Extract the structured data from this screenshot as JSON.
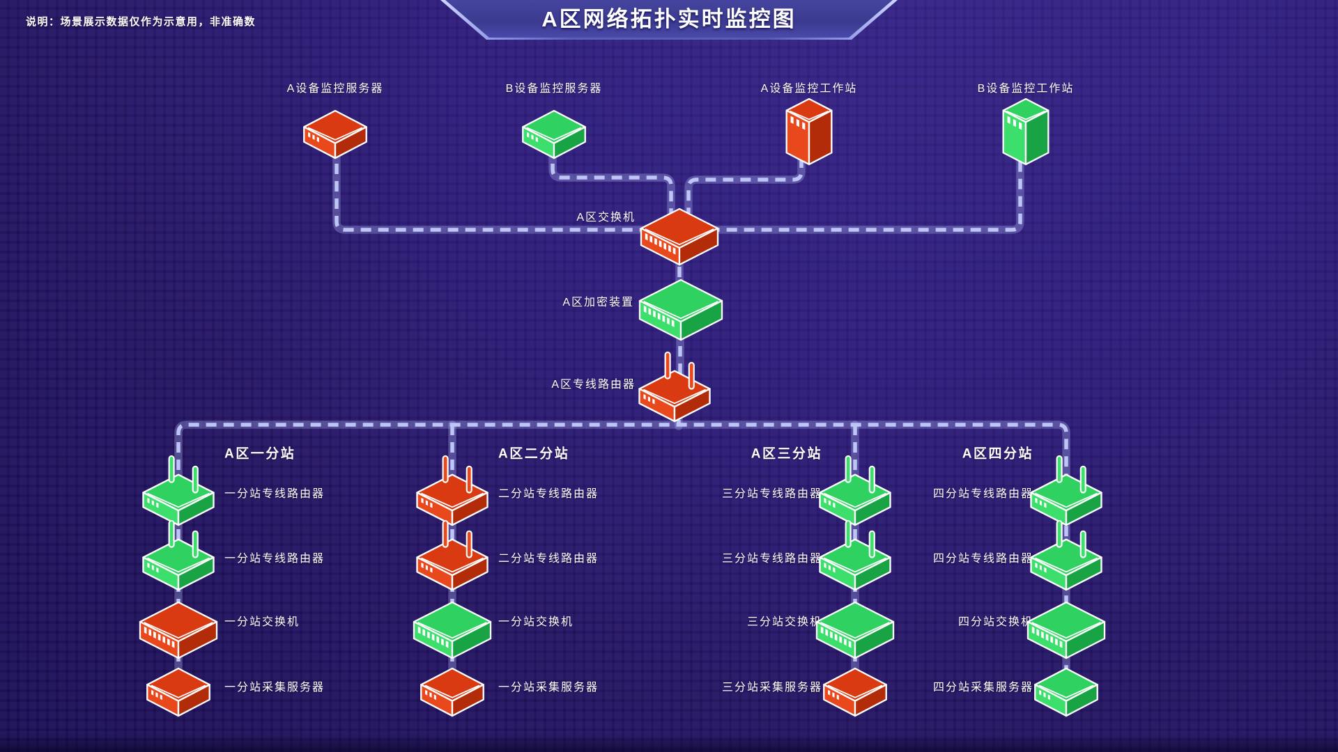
{
  "note": "说明：场景展示数据仅作为示意用，非准确数",
  "title": "A区网络拓扑实时监控图",
  "status_colors": {
    "alarm": {
      "top": "#d93a12",
      "left": "#e8481c",
      "right": "#b22c0a"
    },
    "ok": {
      "top": "#2fd160",
      "left": "#3cdf6b",
      "right": "#18a345"
    }
  },
  "line_color": "#bdc4f6",
  "top_devices": [
    {
      "label": "A设备监控服务器",
      "type": "server",
      "status": "alarm"
    },
    {
      "label": "B设备监控服务器",
      "type": "server",
      "status": "ok"
    },
    {
      "label": "A设备监控工作站",
      "type": "workstation",
      "status": "alarm"
    },
    {
      "label": "B设备监控工作站",
      "type": "workstation",
      "status": "ok"
    }
  ],
  "core_devices": [
    {
      "label": "A区交换机",
      "type": "switch",
      "status": "alarm"
    },
    {
      "label": "A区加密装置",
      "type": "encryptor",
      "status": "ok"
    },
    {
      "label": "A区专线路由器",
      "type": "router",
      "status": "alarm"
    }
  ],
  "stations": [
    {
      "name": "A区一分站",
      "devices": [
        {
          "label": "一分站专线路由器",
          "type": "router",
          "status": "ok"
        },
        {
          "label": "一分站专线路由器",
          "type": "router",
          "status": "ok"
        },
        {
          "label": "一分站交换机",
          "type": "switch",
          "status": "alarm"
        },
        {
          "label": "一分站采集服务器",
          "type": "server",
          "status": "alarm"
        }
      ]
    },
    {
      "name": "A区二分站",
      "devices": [
        {
          "label": "二分站专线路由器",
          "type": "router",
          "status": "alarm"
        },
        {
          "label": "二分站专线路由器",
          "type": "router",
          "status": "alarm"
        },
        {
          "label": "一分站交换机",
          "type": "switch",
          "status": "ok"
        },
        {
          "label": "一分站采集服务器",
          "type": "server",
          "status": "alarm"
        }
      ]
    },
    {
      "name": "A区三分站",
      "devices": [
        {
          "label": "三分站专线路由器",
          "type": "router",
          "status": "ok"
        },
        {
          "label": "三分站专线路由器",
          "type": "router",
          "status": "ok"
        },
        {
          "label": "三分站交换机",
          "type": "switch",
          "status": "ok"
        },
        {
          "label": "三分站采集服务器",
          "type": "server",
          "status": "alarm"
        }
      ]
    },
    {
      "name": "A区四分站",
      "devices": [
        {
          "label": "四分站专线路由器",
          "type": "router",
          "status": "ok"
        },
        {
          "label": "四分站专线路由器",
          "type": "router",
          "status": "ok"
        },
        {
          "label": "四分站交换机",
          "type": "switch",
          "status": "ok"
        },
        {
          "label": "四分站采集服务器",
          "type": "server",
          "status": "ok"
        }
      ]
    }
  ]
}
